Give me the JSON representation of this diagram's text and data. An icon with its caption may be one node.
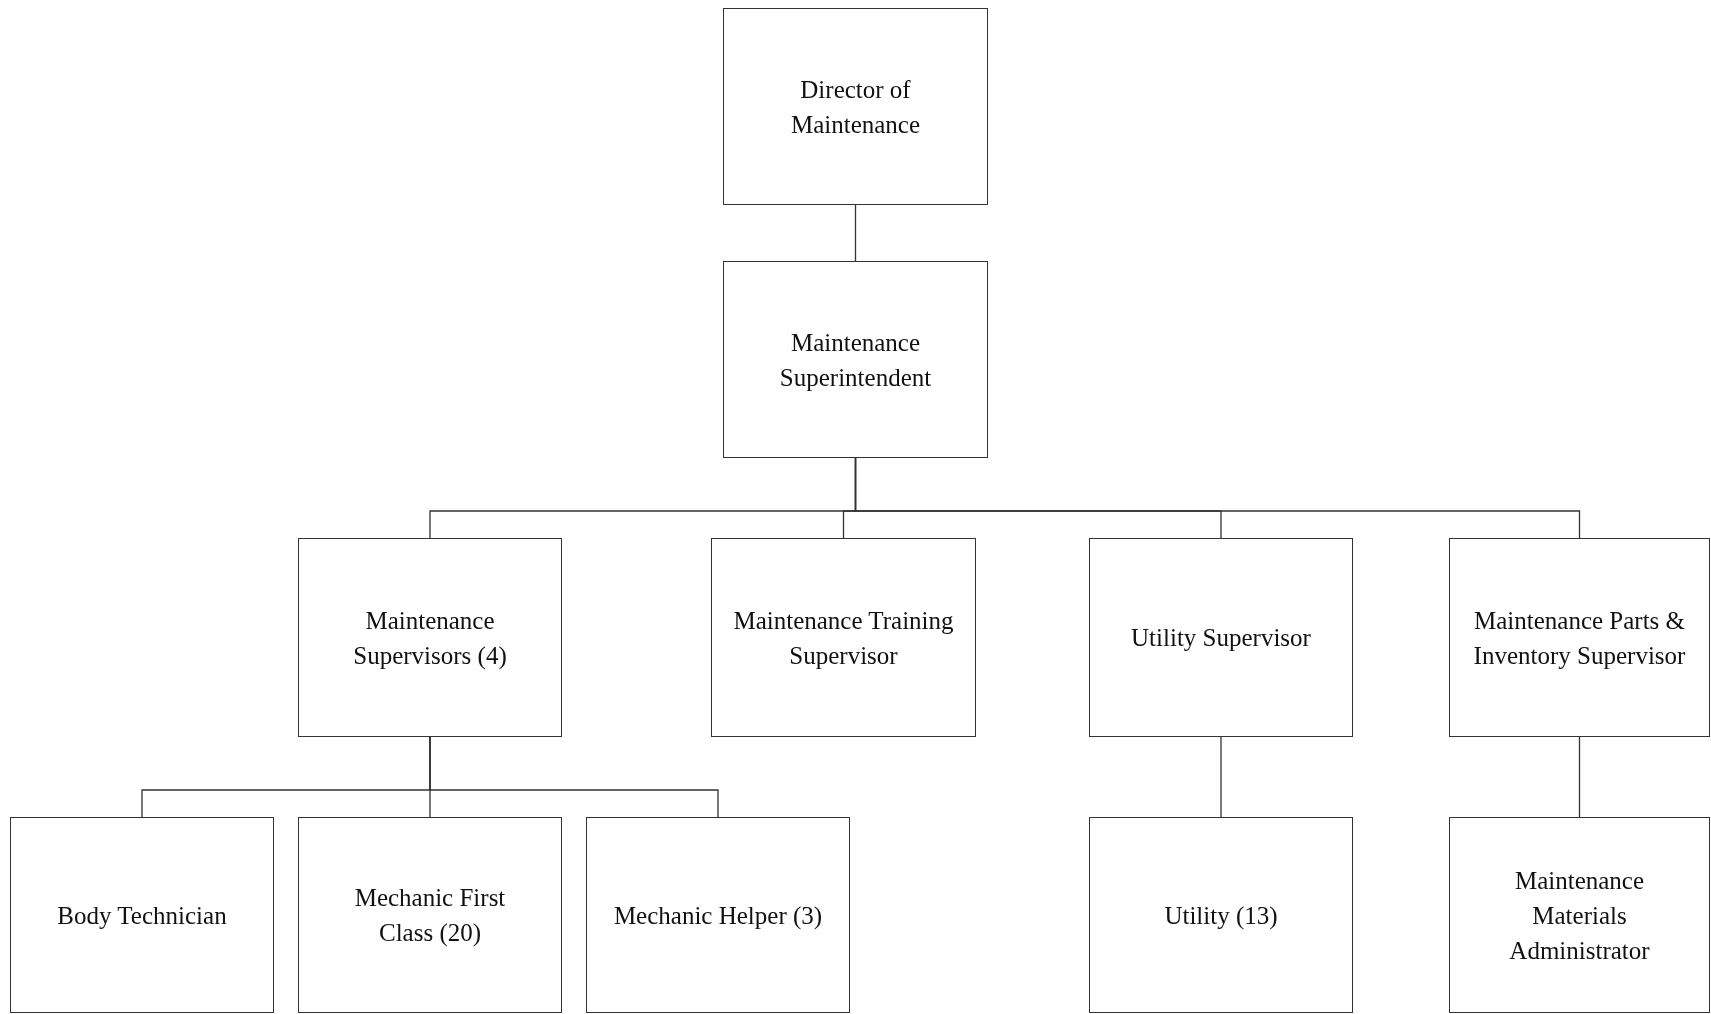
{
  "diagram": {
    "nodes": [
      {
        "text": [
          "Director of Maintenance"
        ]
      },
      {
        "text": [
          "Maintenance Superintendent"
        ]
      },
      {
        "text": [
          "Maintenance Supervisors (4)"
        ]
      },
      {
        "text": [
          "Maintenance Training Supervisor"
        ]
      },
      {
        "text": [
          "Utility Supervisor"
        ]
      },
      {
        "text": [
          "Maintenance Parts & Inventory Supervisor"
        ]
      },
      {
        "text": [
          "Body Technician"
        ]
      },
      {
        "text": [
          "Mechanic First Class (20)"
        ]
      },
      {
        "text": [
          "Mechanic Helper (3)"
        ]
      },
      {
        "text": [
          "Utility (13)"
        ]
      },
      {
        "text": [
          "Maintenance Materials Administrator"
        ]
      }
    ],
    "edges": [
      {
        "from": 0,
        "to": 1,
        "arrow": "none"
      },
      {
        "from": 1,
        "to": 2,
        "arrow": "none"
      },
      {
        "from": 1,
        "to": 3,
        "arrow": "none"
      },
      {
        "from": 1,
        "to": 4,
        "arrow": "none"
      },
      {
        "from": 1,
        "to": 5,
        "arrow": "none"
      },
      {
        "from": 2,
        "to": 6,
        "arrow": "none"
      },
      {
        "from": 2,
        "to": 7,
        "arrow": "none"
      },
      {
        "from": 2,
        "to": 8,
        "arrow": "none"
      },
      {
        "from": 4,
        "to": 9,
        "arrow": "none"
      },
      {
        "from": 5,
        "to": 10,
        "arrow": "none"
      }
    ]
  }
}
